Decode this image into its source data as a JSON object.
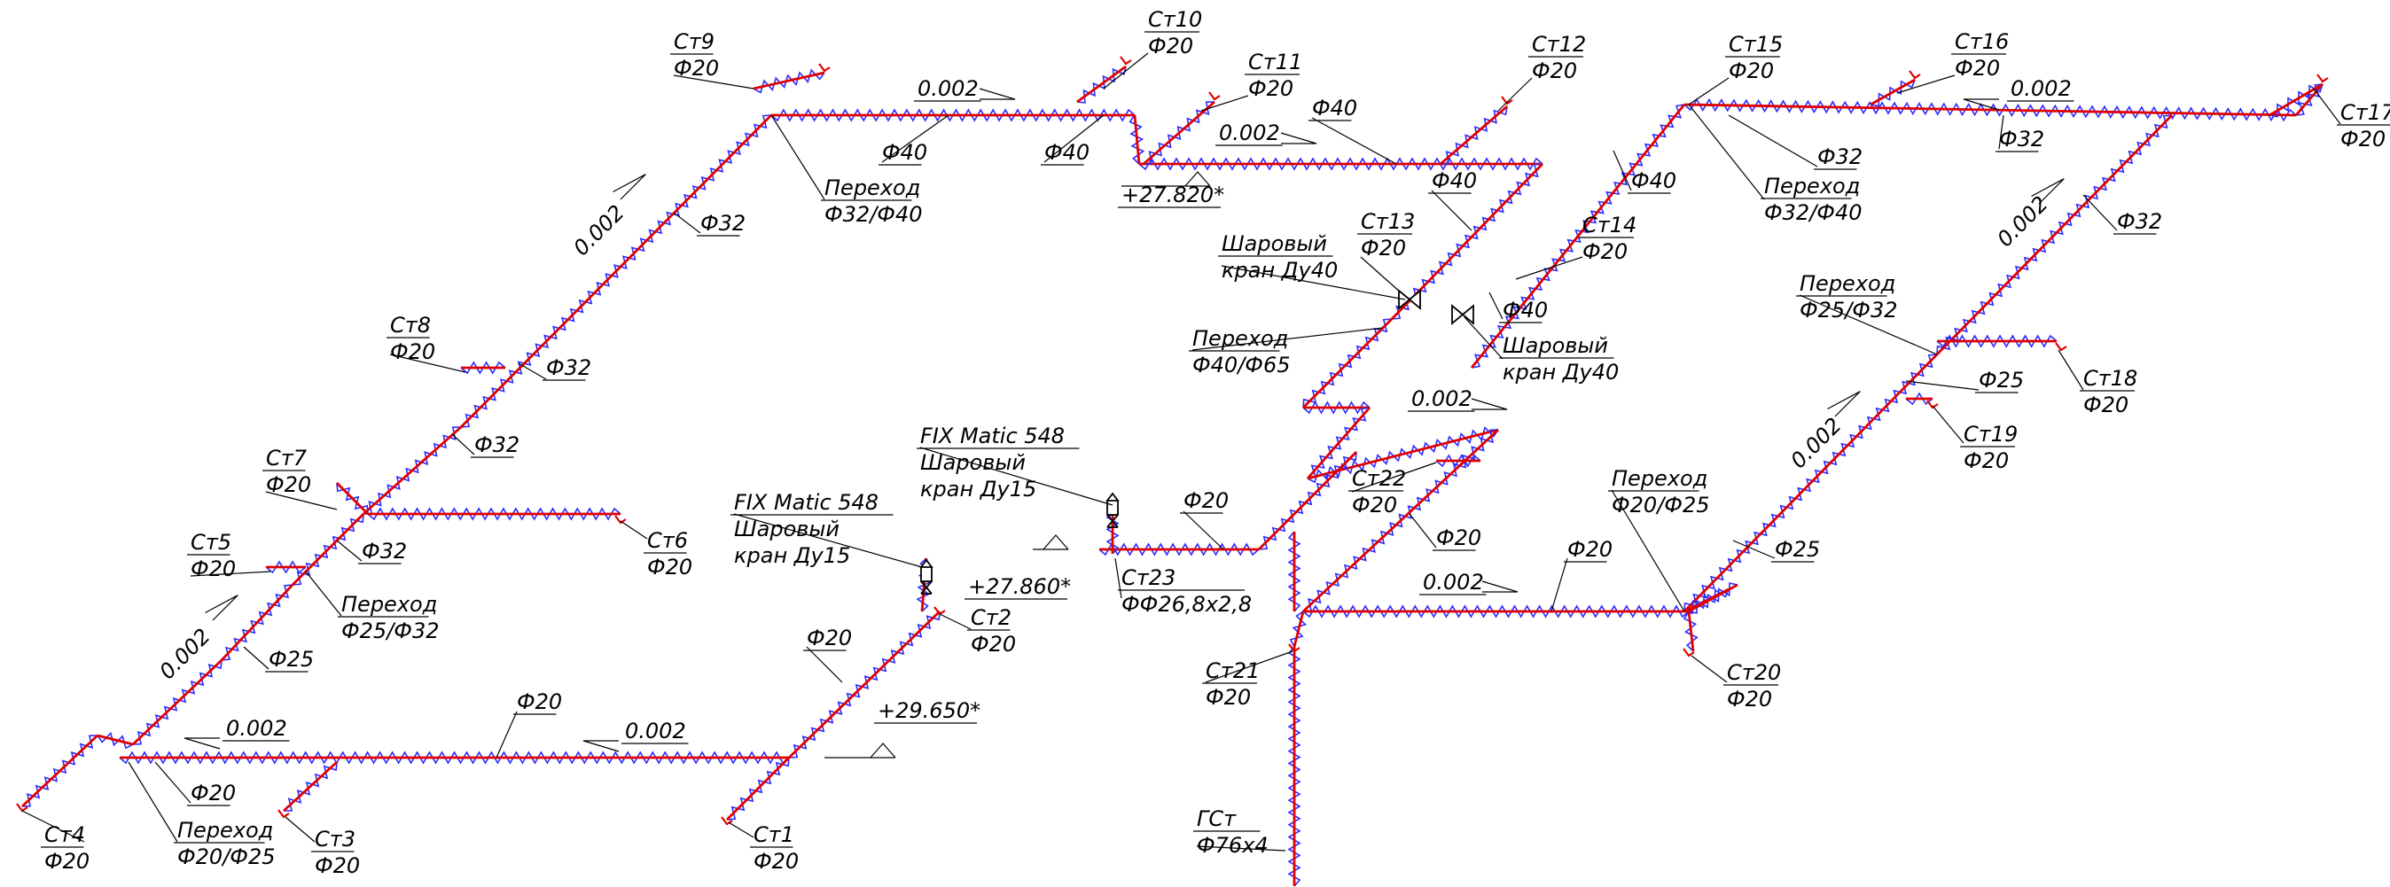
{
  "labels": [
    {
      "id": "st9",
      "lines": [
        "Ст9",
        "Ф20"
      ]
    },
    {
      "id": "st10",
      "lines": [
        "Ст10",
        "Ф20"
      ]
    },
    {
      "id": "st11",
      "lines": [
        "Ст11",
        "Ф20"
      ]
    },
    {
      "id": "st12",
      "lines": [
        "Ст12",
        "Ф20"
      ]
    },
    {
      "id": "st15",
      "lines": [
        "Ст15",
        "Ф20"
      ]
    },
    {
      "id": "st16",
      "lines": [
        "Ст16",
        "Ф20"
      ]
    },
    {
      "id": "st17",
      "lines": [
        "Ст17",
        "Ф20"
      ]
    },
    {
      "id": "st8",
      "lines": [
        "Ст8",
        "Ф20"
      ]
    },
    {
      "id": "st7",
      "lines": [
        "Ст7",
        "Ф20"
      ]
    },
    {
      "id": "st5",
      "lines": [
        "Ст5",
        "Ф20"
      ]
    },
    {
      "id": "st6",
      "lines": [
        "Ст6",
        "Ф20"
      ]
    },
    {
      "id": "st4",
      "lines": [
        "Ст4",
        "Ф20"
      ]
    },
    {
      "id": "st3",
      "lines": [
        "Ст3",
        "Ф20"
      ]
    },
    {
      "id": "st1",
      "lines": [
        "Ст1",
        "Ф20"
      ]
    },
    {
      "id": "st2",
      "lines": [
        "Ст2",
        "Ф20"
      ]
    },
    {
      "id": "st13",
      "lines": [
        "Ст13",
        "Ф20"
      ]
    },
    {
      "id": "st14",
      "lines": [
        "Ст14",
        "Ф20"
      ]
    },
    {
      "id": "st18",
      "lines": [
        "Ст18",
        "Ф20"
      ]
    },
    {
      "id": "st19",
      "lines": [
        "Ст19",
        "Ф20"
      ]
    },
    {
      "id": "st20",
      "lines": [
        "Ст20",
        "Ф20"
      ]
    },
    {
      "id": "st21",
      "lines": [
        "Ст21",
        "Ф20"
      ]
    },
    {
      "id": "st22",
      "lines": [
        "Ст22",
        "Ф20"
      ]
    },
    {
      "id": "st23",
      "lines": [
        "Ст23",
        "ФФ26,8х2,8"
      ]
    },
    {
      "id": "gst",
      "lines": [
        "ГСт",
        "Ф76х4"
      ]
    },
    {
      "id": "perehod-1",
      "lines": [
        "Переход",
        "Ф32/Ф40"
      ]
    },
    {
      "id": "perehod-2",
      "lines": [
        "Переход",
        "Ф32/Ф40"
      ]
    },
    {
      "id": "perehod-3",
      "lines": [
        "Переход",
        "Ф25/Ф32"
      ]
    },
    {
      "id": "perehod-4",
      "lines": [
        "Переход",
        "Ф25/Ф32"
      ]
    },
    {
      "id": "perehod-5",
      "lines": [
        "Переход",
        "Ф20/Ф25"
      ]
    },
    {
      "id": "perehod-6",
      "lines": [
        "Переход",
        "Ф20/Ф25"
      ]
    },
    {
      "id": "perehod-7",
      "lines": [
        "Переход",
        "Ф40/Ф65"
      ]
    },
    {
      "id": "valve-1",
      "lines": [
        "Шаровый",
        "кран Ду40"
      ]
    },
    {
      "id": "valve-2",
      "lines": [
        "Шаровый",
        "кран Ду40"
      ]
    },
    {
      "id": "fix-1",
      "lines": [
        "FIX Matic 548",
        "Шаровый",
        "кран Ду15"
      ]
    },
    {
      "id": "fix-2",
      "lines": [
        "FIX Matic 548",
        "Шаровый",
        "кран Ду15"
      ]
    },
    {
      "id": "dia-f40-1",
      "lines": [
        "Ф40"
      ]
    },
    {
      "id": "dia-f40-2",
      "lines": [
        "Ф40"
      ]
    },
    {
      "id": "dia-f40-3",
      "lines": [
        "Ф40"
      ]
    },
    {
      "id": "dia-f40-4",
      "lines": [
        "Ф40"
      ]
    },
    {
      "id": "dia-f40-5",
      "lines": [
        "Ф40"
      ]
    },
    {
      "id": "dia-f40-6",
      "lines": [
        "Ф40"
      ]
    },
    {
      "id": "dia-f32-1",
      "lines": [
        "Ф32"
      ]
    },
    {
      "id": "dia-f32-2",
      "lines": [
        "Ф32"
      ]
    },
    {
      "id": "dia-f32-3",
      "lines": [
        "Ф32"
      ]
    },
    {
      "id": "dia-f32-4",
      "lines": [
        "Ф32"
      ]
    },
    {
      "id": "dia-f32-5",
      "lines": [
        "Ф32"
      ]
    },
    {
      "id": "dia-f32-6",
      "lines": [
        "Ф32"
      ]
    },
    {
      "id": "dia-f32-7",
      "lines": [
        "Ф32"
      ]
    },
    {
      "id": "dia-f25-1",
      "lines": [
        "Ф25"
      ]
    },
    {
      "id": "dia-f25-2",
      "lines": [
        "Ф25"
      ]
    },
    {
      "id": "dia-f25-3",
      "lines": [
        "Ф25"
      ]
    },
    {
      "id": "dia-f20-1",
      "lines": [
        "Ф20"
      ]
    },
    {
      "id": "dia-f20-2",
      "lines": [
        "Ф20"
      ]
    },
    {
      "id": "dia-f20-3",
      "lines": [
        "Ф20"
      ]
    },
    {
      "id": "dia-f20-4",
      "lines": [
        "Ф20"
      ]
    },
    {
      "id": "dia-f20-5",
      "lines": [
        "Ф20"
      ]
    },
    {
      "id": "dia-f20-6",
      "lines": [
        "Ф20"
      ]
    },
    {
      "id": "slope-1",
      "lines": [
        "0.002"
      ]
    },
    {
      "id": "slope-2",
      "lines": [
        "0.002"
      ]
    },
    {
      "id": "slope-3",
      "lines": [
        "0.002"
      ]
    },
    {
      "id": "slope-4",
      "lines": [
        "0.002"
      ]
    },
    {
      "id": "slope-5",
      "lines": [
        "0.002"
      ]
    },
    {
      "id": "slope-6",
      "lines": [
        "0.002"
      ]
    },
    {
      "id": "slope-7",
      "lines": [
        "0.002"
      ]
    },
    {
      "id": "slope-8",
      "lines": [
        "0.002"
      ]
    },
    {
      "id": "slope-9",
      "lines": [
        "0.002"
      ]
    },
    {
      "id": "slope-10",
      "lines": [
        "0.002"
      ]
    },
    {
      "id": "slope-11",
      "lines": [
        "0.002"
      ]
    },
    {
      "id": "elev-1",
      "lines": [
        "+27.820*"
      ]
    },
    {
      "id": "elev-2",
      "lines": [
        "+27.860*"
      ]
    },
    {
      "id": "elev-3",
      "lines": [
        "+29.650*"
      ]
    }
  ]
}
